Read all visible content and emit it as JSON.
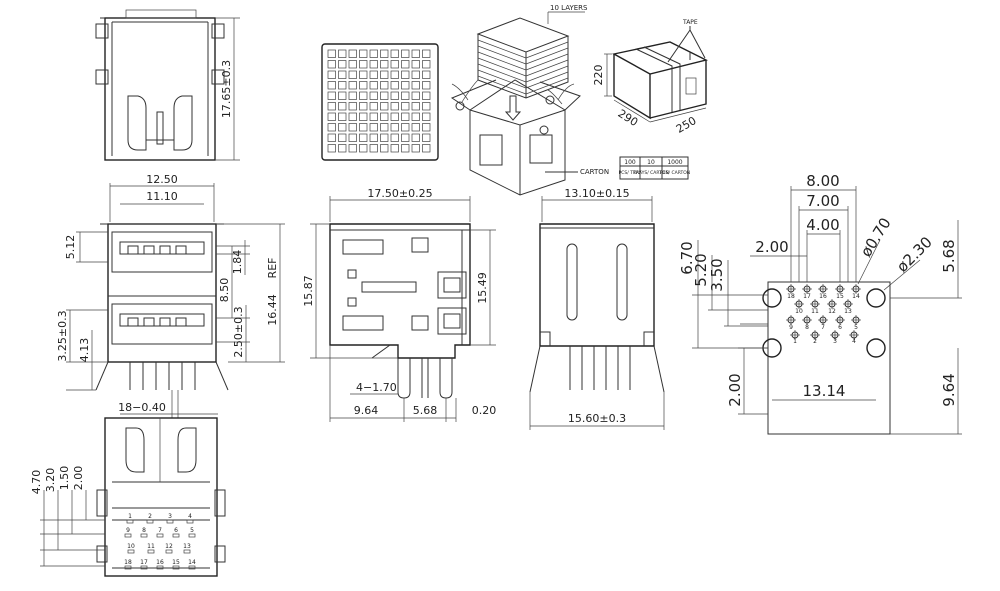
{
  "side_view": {
    "height_dim": "17.65±0.3"
  },
  "front_view": {
    "w_outer": "12.50",
    "w_inner": "11.10",
    "d_512": "5.12",
    "d_184": "1.84",
    "d_850": "8.50",
    "d_1644": "16.44",
    "d_ref": "REF",
    "d_325": "3.25±0.3",
    "d_413": "4.13",
    "d_250": "2.50±0.3",
    "d_pins": "18−0.40"
  },
  "bottom_view": {
    "d_470": "4.70",
    "d_320": "3.20",
    "d_150": "1.50",
    "d_200": "2.00",
    "pin_row1": [
      "1",
      "2",
      "3",
      "4"
    ],
    "pin_row2": [
      "9",
      "8",
      "7",
      "6",
      "5"
    ],
    "pin_row3": [
      "10",
      "11",
      "12",
      "13"
    ],
    "pin_row4": [
      "18",
      "17",
      "16",
      "15",
      "14"
    ]
  },
  "packaging": {
    "layers_label": "10 LAYERS",
    "carton_label": "CARTON",
    "tape_label": "TAPE",
    "box_h": "220",
    "box_l": "290",
    "box_w": "250",
    "table": {
      "values": [
        "100",
        "10",
        "1000"
      ],
      "units": [
        "PCS/ TRAY",
        "TRAYS/ CARTON",
        "PCS/ CARTON"
      ]
    }
  },
  "side_profile": {
    "top": "17.50±0.25",
    "h_left": "15.87",
    "h_right": "15.49",
    "d_holes": "4−1.70",
    "b_964": "9.64",
    "b_568": "5.68",
    "b_020": "0.20"
  },
  "rear_view": {
    "top": "13.10±0.15",
    "bottom": "15.60±0.3"
  },
  "footprint": {
    "d800": "8.00",
    "d700": "7.00",
    "d400": "4.00",
    "d200": "2.00",
    "d070": "ø0.70",
    "d230": "ø2.30",
    "d670": "6.70",
    "d520": "5.20",
    "d350": "3.50",
    "d568": "5.68",
    "d200b": "2.00",
    "d1314": "13.14",
    "d964": "9.64",
    "row1": [
      "18",
      "17",
      "16",
      "15",
      "14"
    ],
    "row2": [
      "10",
      "11",
      "12",
      "13"
    ],
    "row3": [
      "9",
      "8",
      "7",
      "6",
      "5"
    ],
    "row4": [
      "1",
      "2",
      "3",
      "4"
    ]
  }
}
